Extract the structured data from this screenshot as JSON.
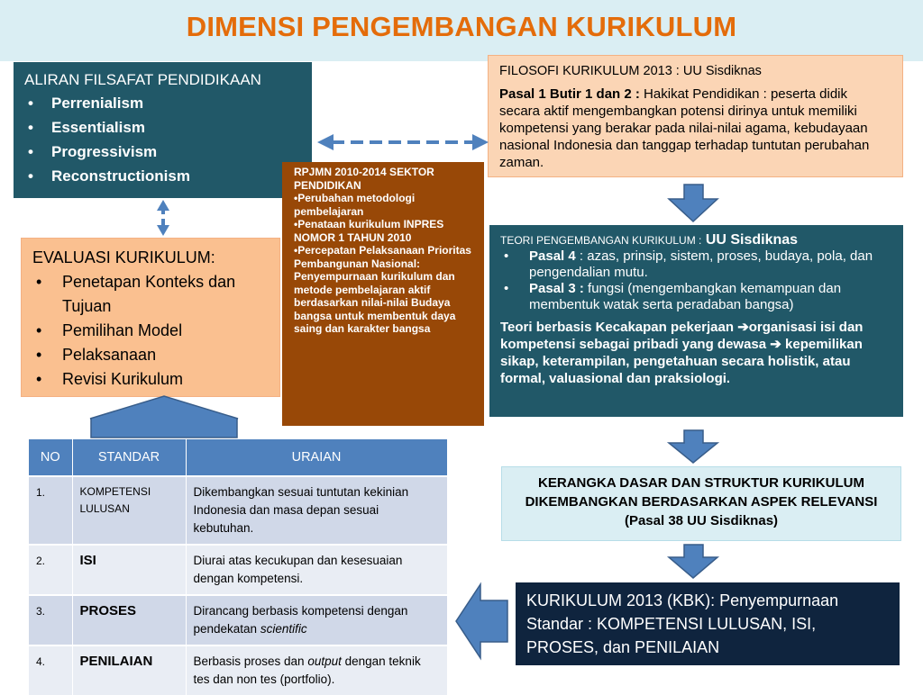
{
  "title": "DIMENSI PENGEMBANGAN KURIKULUM",
  "aliran": {
    "heading": "ALIRAN FILSAFAT PENDIDIKAAN",
    "items": [
      "Perrenialism",
      "Essentialism",
      "Progressivism",
      "Reconstructionism"
    ]
  },
  "filosofi": {
    "heading": "FILOSOFI KURIKULUM 2013 : UU Sisdiknas",
    "pasal_label": "Pasal 1 Butir 1 dan 2  :",
    "pasal_text": " Hakikat Pendidikan : peserta didik secara aktif mengembangkan potensi dirinya untuk memiliki kompetensi yang berakar pada nilai-nilai agama, kebudayaan nasional Indonesia dan tanggap terhadap tuntutan perubahan zaman."
  },
  "rpjmn": {
    "heading": "RPJMN 2010-2014  SEKTOR PENDIDIKAN",
    "items": [
      "•Perubahan metodologi pembelajaran",
      "•Penataan kurikulum INPRES NOMOR 1 TAHUN 2010",
      "•Percepatan  Pelaksanaan Prioritas Pembangunan Nasional: Penyempurnaan kurikulum dan metode pembelajaran aktif berdasarkan nilai-nilai Budaya bangsa untuk membentuk daya saing dan karakter bangsa"
    ]
  },
  "evaluasi": {
    "heading": "EVALUASI KURIKULUM:",
    "items": [
      "Penetapan  Konteks dan Tujuan",
      "Pemilihan Model",
      "Pelaksanaan",
      "Revisi Kurikulum"
    ]
  },
  "teori": {
    "heading_small": "TEORI PENGEMBANGAN KURIKULUM :",
    "heading_big": " UU Sisdiknas",
    "items": [
      {
        "label": "Pasal 4",
        "text": " : azas, prinsip, sistem, proses, budaya, pola, dan pengendalian mutu."
      },
      {
        "label": "Pasal 3 :",
        "text": " fungsi (mengembangkan kemampuan dan membentuk watak serta peradaban bangsa)"
      }
    ],
    "para_1": "Teori berbasis Kecakapan pekerjaan ",
    "para_2": "organisasi  isi dan kompetensi sebagai pribadi yang dewasa ",
    "para_3": " kepemilikan sikap, keterampilan, pengetahuan secara holistik, atau formal, valuasional dan praksiologi.",
    "arrow_glyph": "➔"
  },
  "kerangka": {
    "text": "KERANGKA DASAR DAN STRUKTUR KURIKULUM DIKEMBANGKAN  BERDASARKAN ASPEK RELEVANSI (Pasal 38 UU Sisdiknas)"
  },
  "kurikulum": {
    "text": "KURIKULUM 2013 (KBK): Penyempurnaan Standar : KOMPETENSI LULUSAN, ISI, PROSES, dan PENILAIAN"
  },
  "table": {
    "headers": [
      "NO",
      "STANDAR",
      "URAIAN"
    ],
    "rows": [
      {
        "no": "1.",
        "standar": "KOMPETENSI LULUSAN",
        "uraian": "Dikembangkan sesuai tuntutan kekinian Indonesia dan masa depan sesuai kebutuhan."
      },
      {
        "no": "2.",
        "standar": "ISI",
        "uraian": "Diurai atas kecukupan dan kesesuaian dengan kompetensi."
      },
      {
        "no": "3.",
        "standar": "PROSES",
        "uraian_1": "Dirancang berbasis kompetensi dengan pendekatan ",
        "uraian_em": "scientific"
      },
      {
        "no": "4.",
        "standar": "PENILAIAN",
        "uraian_1": "Berbasis proses dan ",
        "uraian_em": "output",
        "uraian_2": "  dengan teknik tes dan non tes (portfolio)."
      }
    ]
  },
  "colors": {
    "title": "#e46c0a",
    "teal": "#215868",
    "peach": "#fbd5b5",
    "brown": "#984807",
    "orange_light": "#fac090",
    "navy": "#0f243e",
    "arrow_blue": "#4f81bd"
  }
}
